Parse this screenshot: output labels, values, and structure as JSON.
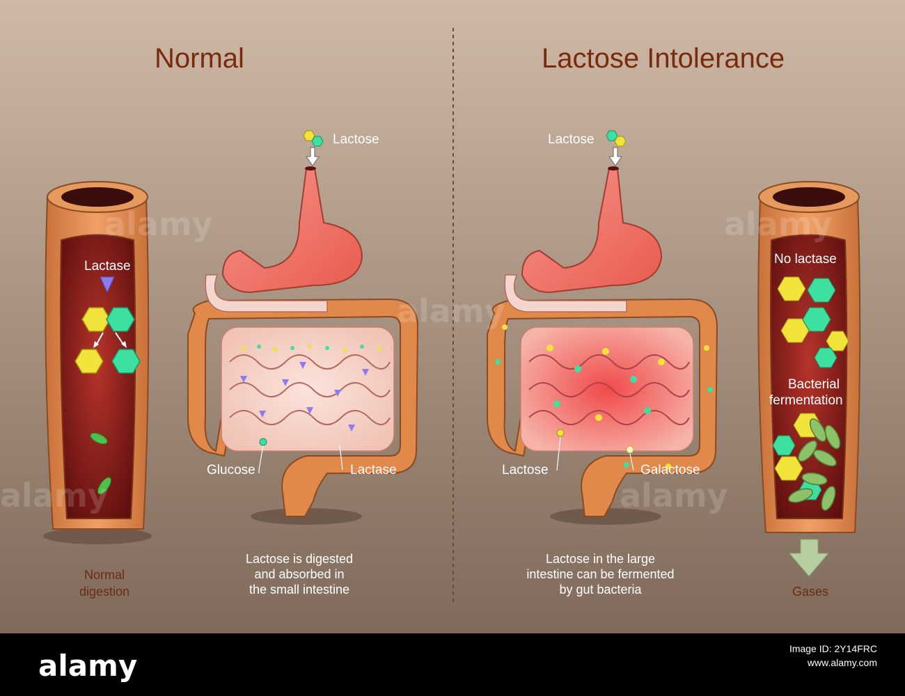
{
  "titles": {
    "normal": "Normal",
    "intolerance": "Lactose Intolerance"
  },
  "labels": {
    "lactose_left": "Lactose",
    "lactose_right": "Lactose",
    "lactase_tube": "Lactase",
    "glucose": "Glucose",
    "lactase_small": "Lactase",
    "lactose_bottom": "Lactose",
    "galactose": "Galactose",
    "no_lactase": "No lactase",
    "bacterial_1": "Bacterial",
    "bacterial_2": "fermentation",
    "gases": "Gases",
    "normal_digestion_1": "Normal",
    "normal_digestion_2": "digestion"
  },
  "captions": {
    "left": [
      "Lactose is digested",
      "and absorbed in",
      "the small intestine"
    ],
    "right": [
      "Lactose in the large",
      "intestine can be fermented",
      "by gut bacteria"
    ]
  },
  "watermark": "alamy",
  "footer": {
    "logo": "alamy",
    "image_id": "Image ID: 2Y14FRC",
    "site": "www.alamy.com"
  },
  "colors": {
    "background_top": "#cdb7a4",
    "background_bottom": "#7e6859",
    "title": "#7a2a0c",
    "intestine": "#e0894a",
    "stomach": "#f07a6a",
    "glucose": "#f2e33a",
    "galactose": "#3ee0a0",
    "lactase": "#8c7cf0"
  }
}
